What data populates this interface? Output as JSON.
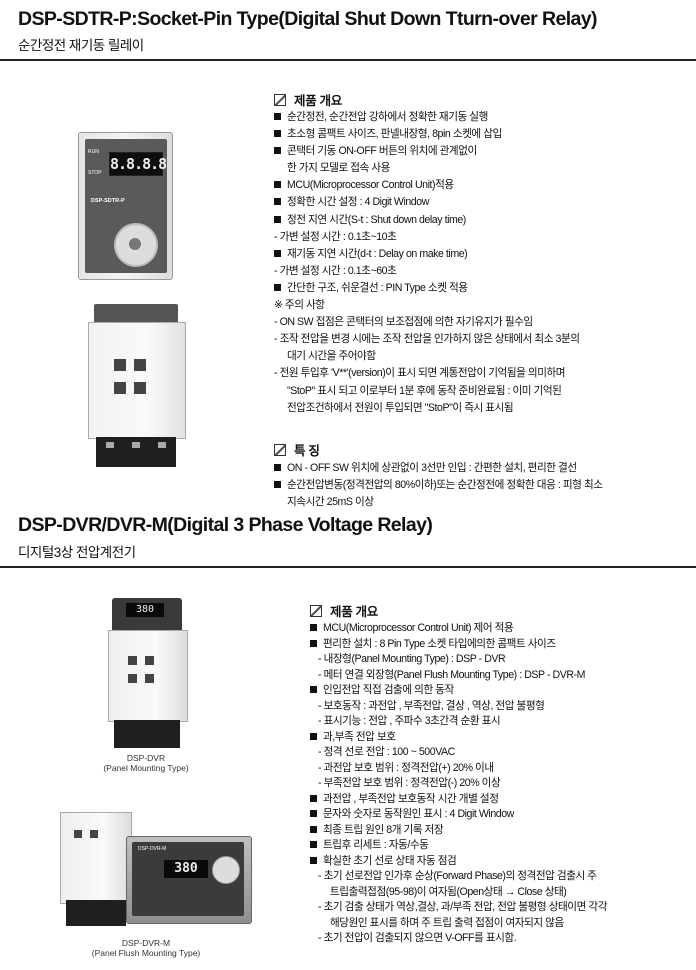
{
  "section1": {
    "title": "DSP-SDTR-P:Socket-Pin Type(Digital Shut Down Tturn-over Relay)",
    "subtitle": "순간정전 재기동 릴레이",
    "device": {
      "display": "8.8.8.8",
      "model": "DSP-SDTR-P",
      "run_label": "RUN",
      "stop_label": "STOP"
    },
    "overview_heading": "제품 개요",
    "overview": [
      {
        "t": "b",
        "text": "순간정전, 순간전압 강하에서 정확한 재기동 실행"
      },
      {
        "t": "b",
        "text": "초소형 콤팩트 사이즈, 판넬내장형, 8pin 소켓에 삽입"
      },
      {
        "t": "b",
        "text": "콘택터 기동 ON-OFF 버튼의 위치에 관계없이"
      },
      {
        "t": "c",
        "text": "한 가지 모델로 접속 사용"
      },
      {
        "t": "b",
        "text": "MCU(Microprocessor Control Unit)적용"
      },
      {
        "t": "b",
        "text": "정확한 시간 설정 : 4 Digit Window"
      },
      {
        "t": "b",
        "text": "정전 지연 시간(S-t : Shut down delay time)"
      },
      {
        "t": "d",
        "text": "가변 설정 시간 : 0.1초~10초"
      },
      {
        "t": "b",
        "text": "재기동 지연 시간(d-t : Delay on make time)"
      },
      {
        "t": "d",
        "text": "가변 설정 시간 : 0.1초~60초"
      },
      {
        "t": "b",
        "text": "간단한 구조, 쉬운결선 : PIN Type 소켓 적용"
      },
      {
        "t": "n",
        "text": "※ 주의 사항"
      },
      {
        "t": "d",
        "text": "ON SW 접점은 콘택터의 보조접점에 의한 자기유지가 필수임"
      },
      {
        "t": "d",
        "text": "조작 전압을 변경 시에는 조작 전압을 인가하지 않은 상태에서 최소 3분의"
      },
      {
        "t": "c2",
        "text": "대기 시간을 주어야함"
      },
      {
        "t": "d",
        "text": "전원 투입후 'V**'(version)이 표시 되면 계통전압이 기억됨을 의미하며"
      },
      {
        "t": "c2",
        "text": "\"StoP\" 표시 되고 이로부터 1분 후에 동작 준비완료됨 : 이미 기억된"
      },
      {
        "t": "c2",
        "text": "전압조건하에서 전원이 투입되면 \"StoP\"이 즉시 표시됨"
      }
    ],
    "features_heading": "특 징",
    "features": [
      {
        "t": "b",
        "text": "ON - OFF SW 위치에 상관없이 3선만 인입 : 간편한 설치, 편리한 결선"
      },
      {
        "t": "b",
        "text": "순간전압변동(정격전압의 80%이하)또는 순간정전에 정확한 대응 : 피형 최소"
      },
      {
        "t": "c",
        "text": "지속시간 25mS 이상"
      }
    ]
  },
  "section2": {
    "title": "DSP-DVR/DVR-M(Digital 3 Phase Voltage Relay)",
    "subtitle": "디지털3상 전압계전기",
    "device1_display": "380",
    "device2_display": "380",
    "device2_model": "DSP-DVR-M",
    "caption1": [
      "DSP-DVR",
      "(Panel Mounting Type)"
    ],
    "caption2": [
      "DSP-DVR-M",
      "(Panel Flush Mounting Type)"
    ],
    "overview_heading": "제품 개요",
    "overview": [
      {
        "t": "b",
        "text": "MCU(Microprocessor Control Unit) 제어 적용"
      },
      {
        "t": "b",
        "text": "편리한 설치 : 8 Pin Type 소켓 타입에의한 콤팩트 사이즈"
      },
      {
        "t": "d2",
        "text": "내장형(Panel Mounting Type) : DSP - DVR"
      },
      {
        "t": "d2",
        "text": "메터 연결 외장형(Panel Flush Mounting Type) : DSP - DVR-M"
      },
      {
        "t": "b",
        "text": "인입전압 직접 검출에 의한 동작"
      },
      {
        "t": "d2",
        "text": "보호동작 : 과전압 , 부족전압, 결상 , 역상, 전압 불평형"
      },
      {
        "t": "d2",
        "text": "표시기능 : 전압 , 주파수 3초간격 순환 표시"
      },
      {
        "t": "b",
        "text": "과,부족 전압 보호"
      },
      {
        "t": "d2",
        "text": "정격 선로 전압 : 100 ~ 500VAC"
      },
      {
        "t": "d2",
        "text": "과전압 보호 범위 : 정격전압(+) 20% 이내"
      },
      {
        "t": "d2",
        "text": "부족전압 보호 범위 : 정격전압(-) 20% 이상"
      },
      {
        "t": "b",
        "text": "과전압 , 부족전압 보호동작 시간 개별 설정"
      },
      {
        "t": "b",
        "text": "문자와 숫자로 동작원인 표시 : 4 Digit Window"
      },
      {
        "t": "b",
        "text": "최종 트립 원인 8개 기록 저장"
      },
      {
        "t": "b",
        "text": "트립후 리세트 : 자동/수동"
      },
      {
        "t": "b",
        "text": "확실한 초기 선로 상태 자동 점검"
      },
      {
        "t": "d2",
        "text": "초기 선로전압 인가후 순상(Forward Phase)의 정격전압 검출시 주"
      },
      {
        "t": "c3",
        "text": "트립출력접점(95-98)이 여자됨(Open상태 → Close 상태)"
      },
      {
        "t": "d2",
        "text": "초기 검출 상태가 역상,결상, 과/부족 전압, 전압 불평형 상태이면 각각"
      },
      {
        "t": "c3",
        "text": "해당원인 표시를 하며 주 트립 출력 접점이 여자되지 않음"
      },
      {
        "t": "d2",
        "text": "초기 전압이 검출되지 않으면 V-OFF를 표시함."
      }
    ]
  }
}
